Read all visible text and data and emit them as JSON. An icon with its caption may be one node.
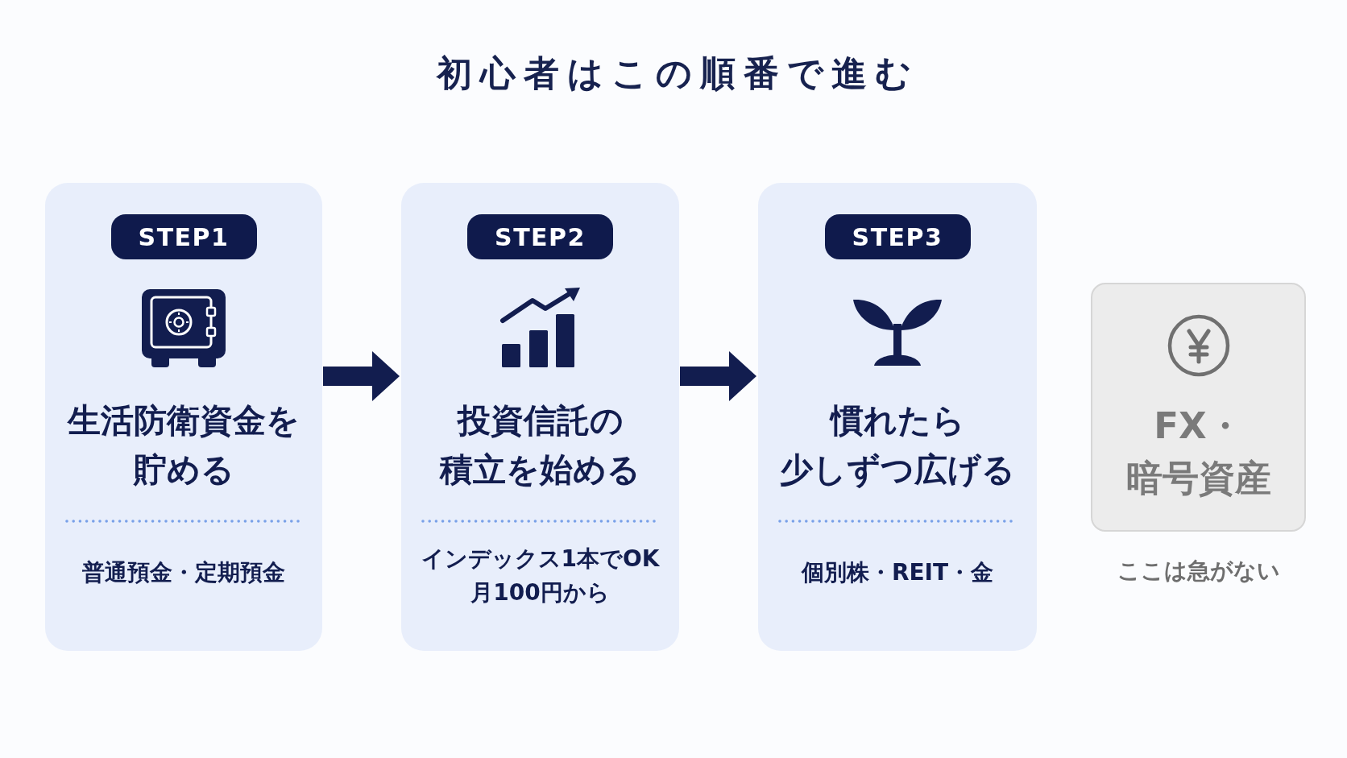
{
  "diagram": {
    "title": "初心者はこの順番で進む",
    "nodes": [
      {
        "text": [
          "生活防衛資金を貯める",
          "普通預金・定期預金"
        ]
      },
      {
        "text": [
          "STEP1"
        ],
        "in": 0
      },
      {
        "text": [
          "投資信託の積立を始める",
          "インデックス1本でOK",
          "月100円から"
        ]
      },
      {
        "text": [
          "STEP2"
        ],
        "in": 2
      },
      {
        "text": [
          "慣れたら少しずつ広げる",
          "個別株・REIT・金"
        ]
      },
      {
        "text": [
          "STEP3"
        ],
        "in": 4
      },
      {
        "text": [
          "FX・暗号資産"
        ],
        "beside": [
          "ここは急がない"
        ]
      }
    ],
    "edges": [
      {
        "from": 0,
        "to": 2,
        "arrow": "to"
      },
      {
        "from": 2,
        "to": 4,
        "arrow": "to"
      }
    ]
  }
}
